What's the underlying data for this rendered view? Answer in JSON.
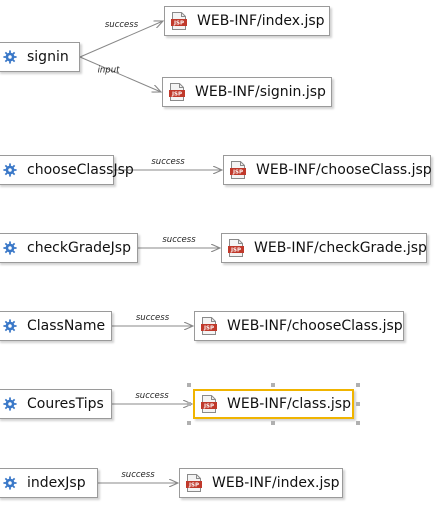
{
  "actions": [
    {
      "id": "signin",
      "label": "signin"
    },
    {
      "id": "chooseClassJsp",
      "label": "chooseClassJsp"
    },
    {
      "id": "checkGradeJsp",
      "label": "checkGradeJsp"
    },
    {
      "id": "ClassName",
      "label": "ClassName"
    },
    {
      "id": "CouresTips",
      "label": "CouresTips"
    },
    {
      "id": "indexJsp",
      "label": "indexJsp"
    }
  ],
  "results": [
    {
      "id": "r-index-1",
      "label": "WEB-INF/index.jsp",
      "icon_text": "JSP"
    },
    {
      "id": "r-signin",
      "label": "WEB-INF/signin.jsp",
      "icon_text": "JSP"
    },
    {
      "id": "r-chooseClass-1",
      "label": "WEB-INF/chooseClass.jsp",
      "icon_text": "JSP"
    },
    {
      "id": "r-checkGrade",
      "label": "WEB-INF/checkGrade.jsp",
      "icon_text": "JSP"
    },
    {
      "id": "r-chooseClass-2",
      "label": "WEB-INF/chooseClass.jsp",
      "icon_text": "JSP"
    },
    {
      "id": "r-class",
      "label": "WEB-INF/class.jsp",
      "icon_text": "JSP"
    },
    {
      "id": "r-index-2",
      "label": "WEB-INF/index.jsp",
      "icon_text": "JSP"
    }
  ],
  "edges": [
    {
      "from": "signin",
      "to": "r-index-1",
      "label": "success"
    },
    {
      "from": "signin",
      "to": "r-signin",
      "label": "input"
    },
    {
      "from": "chooseClassJsp",
      "to": "r-chooseClass-1",
      "label": "success"
    },
    {
      "from": "checkGradeJsp",
      "to": "r-checkGrade",
      "label": "success"
    },
    {
      "from": "ClassName",
      "to": "r-chooseClass-2",
      "label": "success"
    },
    {
      "from": "CouresTips",
      "to": "r-class",
      "label": "success"
    },
    {
      "from": "indexJsp",
      "to": "r-index-2",
      "label": "success"
    }
  ],
  "selected_result": "r-class",
  "colors": {
    "gear": "#3a78c8",
    "edge": "#888888",
    "selection": "#f0b400",
    "jsp_badge": "#c0392b"
  },
  "icons": {
    "action": "gear-icon",
    "result": "jsp-file-icon"
  }
}
